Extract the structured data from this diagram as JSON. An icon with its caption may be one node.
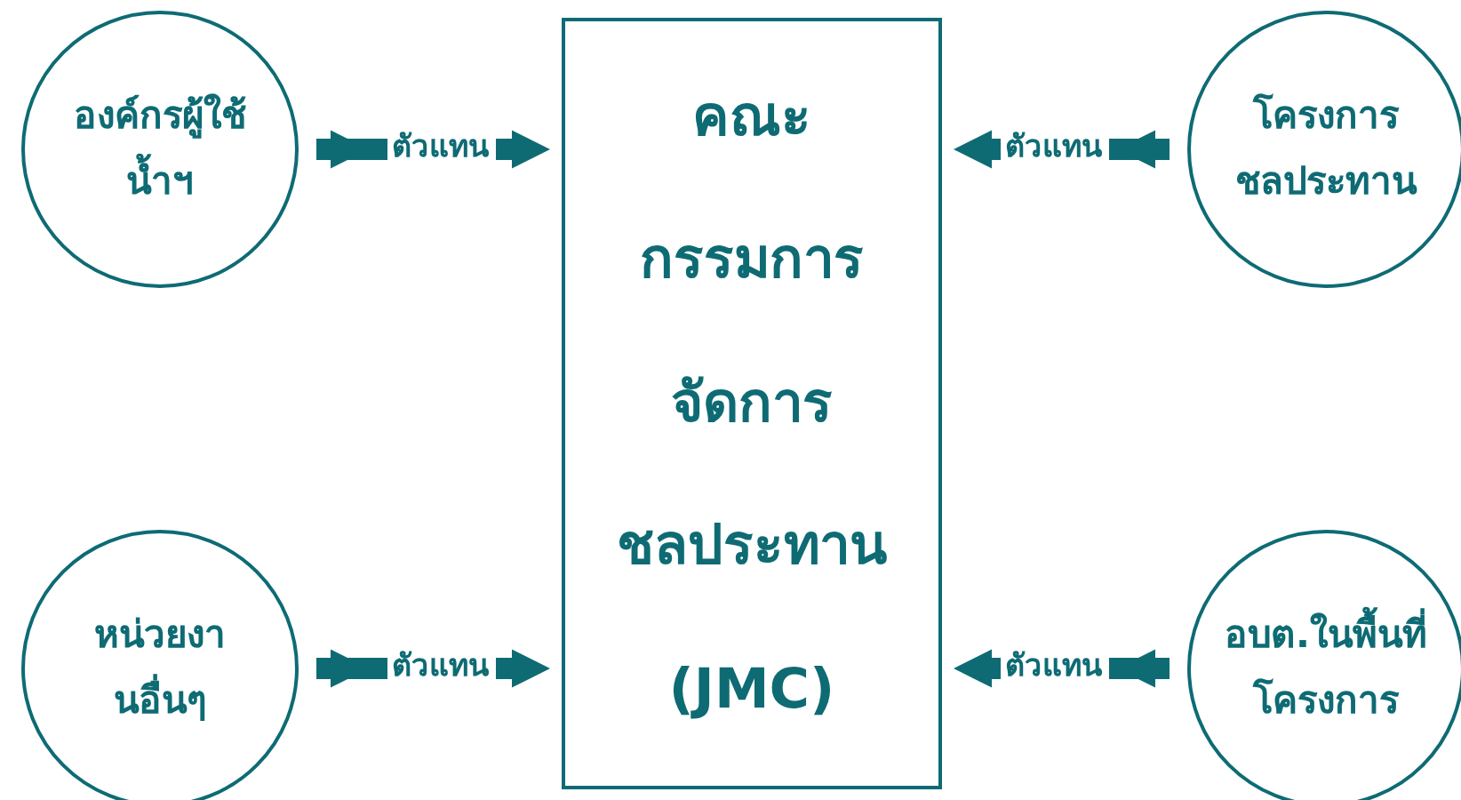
{
  "diagram": {
    "nodes": [
      {
        "text": [
          "องค์กรผู้ใช้น้ำฯ"
        ]
      },
      {
        "text": [
          "คณะกรรมการจัดการชลประทาน (JMC)"
        ]
      },
      {
        "text": [
          "โครงการชลประทาน"
        ]
      },
      {
        "text": [
          "หน่วยงานอื่นๆ"
        ]
      },
      {
        "text": [
          "อบต.ในพื้นที่โครงการ"
        ]
      }
    ],
    "edges": [
      {
        "from": 0,
        "to": 1,
        "arrow": "to",
        "label": "ตัวแทน"
      },
      {
        "from": 2,
        "to": 1,
        "arrow": "to",
        "label": "ตัวแทน"
      },
      {
        "from": 3,
        "to": 1,
        "arrow": "to",
        "label": "ตัวแทน"
      },
      {
        "from": 4,
        "to": 1,
        "arrow": "to",
        "label": "ตัวแทน"
      }
    ]
  }
}
